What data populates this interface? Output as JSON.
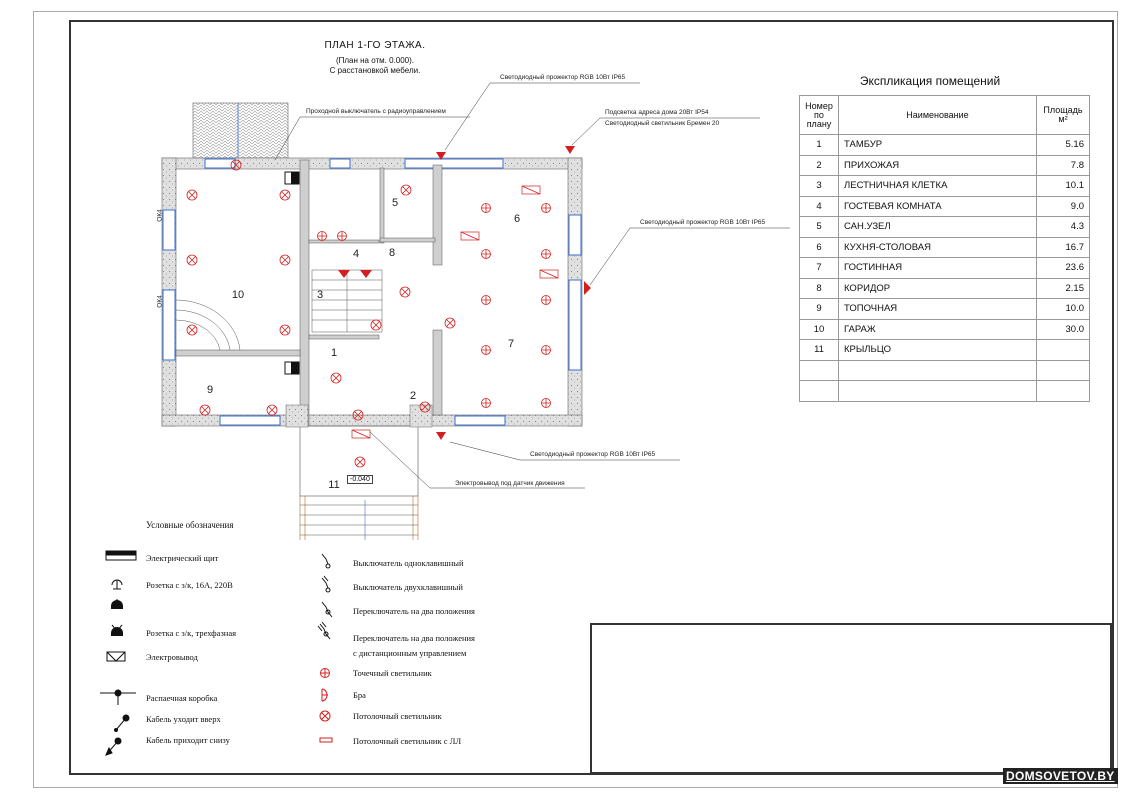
{
  "plan": {
    "title": "ПЛАН 1-ГО ЭТАЖА.",
    "subtitle1": "(План на отм. 0.000).",
    "subtitle2": "С расстановкой мебели."
  },
  "callouts": {
    "rgb_top": "Светодиодный прожектор RGB 10Вт IP65",
    "address_light": "Подсветка адреса дома 20Вт IP54",
    "bremen": "Светодиодный светильник Бремен 20",
    "radio_switch": "Проходной выключатель с радиоуправлением",
    "rgb_right": "Светодиодный прожектор RGB 10Вт IP65",
    "rgb_bottom": "Светодиодный прожектор RGB 10Вт IP65",
    "motion": "Электровывод под датчик движения",
    "level": "-0.040",
    "oki1": "ОК4",
    "oki2": "ОК4"
  },
  "rooms": [
    "1",
    "2",
    "3",
    "4",
    "5",
    "6",
    "7",
    "8",
    "9",
    "10",
    "11"
  ],
  "legend": {
    "title": "Условные обозначения",
    "left": [
      "Электрический щит",
      "Розетка с з/к, 16А, 220В",
      "Розетка с з/к, трехфазная",
      "Электровывод",
      "Распаечная коробка",
      "Кабель уходит вверх",
      "Кабель приходит снизу"
    ],
    "right": [
      "Выключатель одноклавишный",
      "Выключатель двухклавишный",
      "Переключатель на два положения",
      "Переключатель на два положения",
      "с дистанционным управлением",
      "Точечный светильник",
      "Бра",
      "Потолочный светильник",
      "Потолочный светильник с ЛЛ"
    ]
  },
  "table": {
    "title": "Экспликация помещений",
    "headers": [
      "Номер по плану",
      "Наименование",
      "Площадь м²"
    ],
    "rows": [
      [
        "1",
        "ТАМБУР",
        "5.16"
      ],
      [
        "2",
        "ПРИХОЖАЯ",
        "7.8"
      ],
      [
        "3",
        "ЛЕСТНИЧНАЯ КЛЕТКА",
        "10.1"
      ],
      [
        "4",
        "ГОСТЕВАЯ КОМНАТА",
        "9.0"
      ],
      [
        "5",
        "САН.УЗЕЛ",
        "4.3"
      ],
      [
        "6",
        "КУХНЯ-СТОЛОВАЯ",
        "16.7"
      ],
      [
        "7",
        "ГОСТИННАЯ",
        "23.6"
      ],
      [
        "8",
        "КОРИДОР",
        "2.15"
      ],
      [
        "9",
        "ТОПОЧНАЯ",
        "10.0"
      ],
      [
        "10",
        "ГАРАЖ",
        "30.0"
      ],
      [
        "11",
        "КРЫЛЬЦО",
        ""
      ],
      [
        "",
        "",
        ""
      ],
      [
        "",
        "",
        ""
      ]
    ]
  },
  "watermark": "DOMSOVETOV.BY",
  "colors": {
    "fixture": "#d22020",
    "wall": "#cfcfcf",
    "line": "#222222",
    "window": "#3a6fd6"
  }
}
